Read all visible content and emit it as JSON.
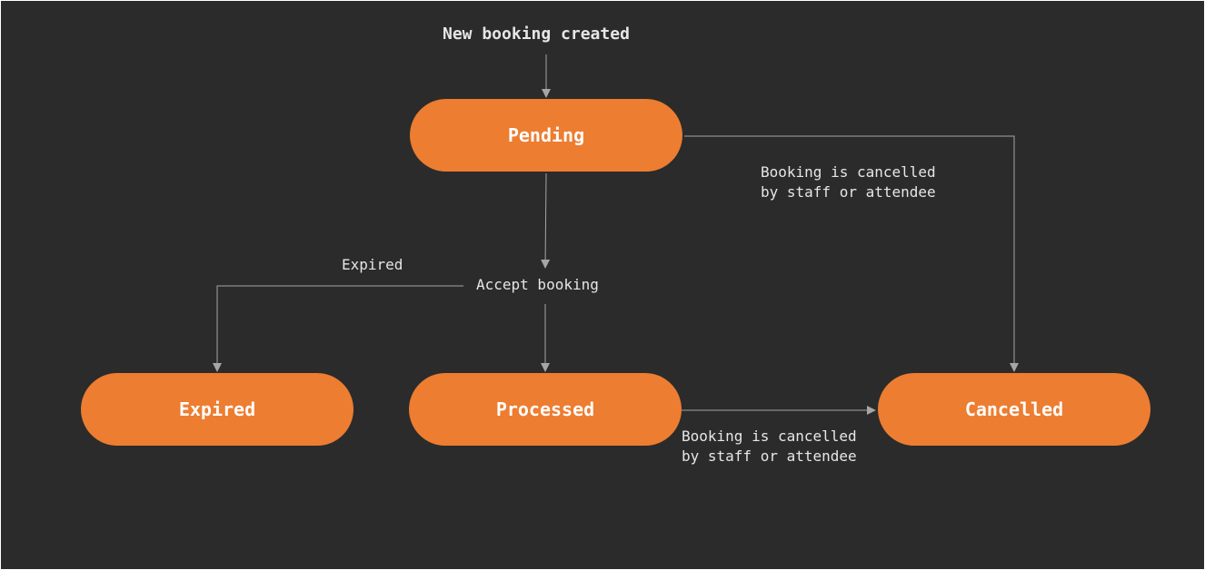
{
  "start_label": "New booking created",
  "nodes": {
    "pending": "Pending",
    "expired": "Expired",
    "processed": "Processed",
    "cancelled": "Cancelled"
  },
  "edges": {
    "accept": "Accept booking",
    "expired": "Expired",
    "pending_cancel": [
      "Booking is cancelled",
      "by staff or attendee"
    ],
    "processed_cancel": [
      "Booking is cancelled",
      "by staff or attendee"
    ]
  },
  "colors": {
    "background": "#2b2b2b",
    "node_fill": "#ed7d31",
    "node_text": "#ffffff",
    "edge": "#a6a6a6",
    "label_text": "#e6e6e6"
  }
}
